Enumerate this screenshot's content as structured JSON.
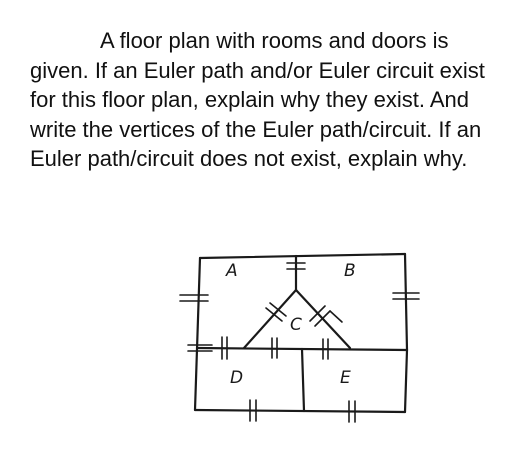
{
  "question": {
    "text": "A floor plan with rooms and doors is given. If an Euler path and/or Euler circuit exist for this floor plan, explain why they exist. And write the vertices of the Euler path/circuit. If an Euler path/circuit does not exist, explain why."
  },
  "floor_plan": {
    "rooms": [
      {
        "label": "A"
      },
      {
        "label": "B"
      },
      {
        "label": "C"
      },
      {
        "label": "D"
      },
      {
        "label": "E"
      }
    ]
  }
}
